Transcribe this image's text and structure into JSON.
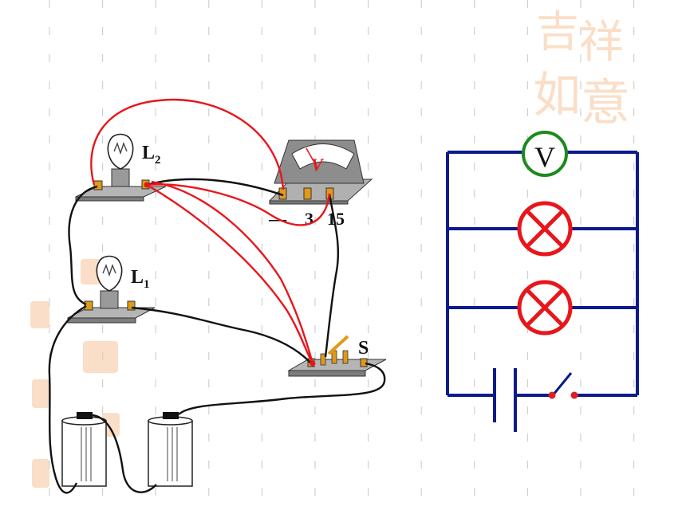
{
  "colors": {
    "background": "#ffffff",
    "grid_dash": "#d0d0d0",
    "wire_red": "#e8161b",
    "wire_black": "#111111",
    "schematic_wire": "#0c1a8c",
    "voltmeter_ring": "#1c8a1c",
    "lamp_symbol": "#e8161b",
    "switch_contact": "#e02020",
    "board_fill": "#b5b5b5",
    "terminal": "#e09a1a",
    "watermark": "#f6c49a"
  },
  "labels": {
    "lamp2": {
      "main": "L",
      "sub": "2"
    },
    "lamp1": {
      "main": "L",
      "sub": "1"
    },
    "switch": "S",
    "meter_minus": "—",
    "meter_3": "3",
    "meter_15": "15",
    "meter_face": "V",
    "schematic_meter": "V"
  },
  "watermark": {
    "text": "吉祥如意"
  },
  "icons": {
    "lamp": "light-bulb-icon",
    "voltmeter": "voltmeter-icon",
    "switch": "knife-switch-icon",
    "battery": "battery-cell-icon"
  }
}
